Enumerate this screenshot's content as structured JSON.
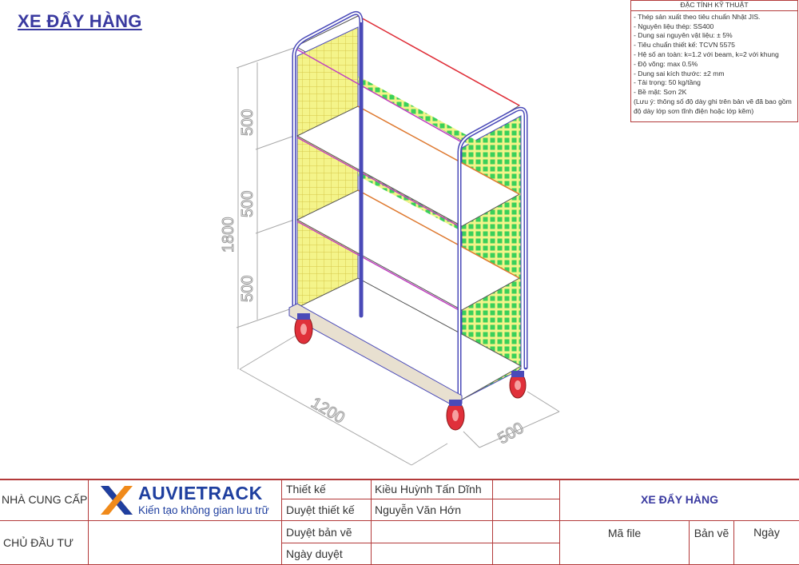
{
  "title": "XE ĐẨY HÀNG",
  "dimensions": {
    "total_height": "1800",
    "level_1": "500",
    "level_2": "500",
    "level_3": "500",
    "length": "1200",
    "depth": "500"
  },
  "specs": {
    "header": "ĐẶC TÍNH KỸ THUẬT",
    "items": [
      "- Thép sản xuất theo tiêu chuẩn Nhật JIS.",
      "- Nguyên liệu thép: SS400",
      "- Dung sai nguyên vật liệu: ± 5%",
      "- Tiêu chuẩn thiết kế: TCVN 5575",
      "- Hệ số an toàn: k=1.2 với beam, k=2 với khung",
      "- Độ võng: max 0.5%",
      "- Dung sai kích thước: ±2 mm",
      "- Tải trọng: 50 kg/tầng",
      "- Bề mặt: Sơn 2K"
    ],
    "note": "(Lưu ý: thông số độ dày ghi trên bản vẽ đã bao gồm độ dày lớp sơn tĩnh điện hoặc lớp kẽm)"
  },
  "title_block": {
    "supplier_label": "NHÀ CUNG CẤP",
    "investor_label": "CHỦ ĐẦU TƯ",
    "logo_name": "AUVIETRACK",
    "logo_tagline": "Kiến tạo không gian lưu trữ",
    "design_label": "Thiết kế",
    "design_value": "Kiều Huỳnh Tấn Dĩnh",
    "design_check_label": "Duyệt thiết kế",
    "design_check_value": "Nguyễn Văn Hớn",
    "drawing_check_label": "Duyệt bản vẽ",
    "approval_date_label": "Ngày duyệt",
    "drawing_title": "XE ĐẨY HÀNG",
    "file_code_label": "Mã file",
    "revision_label": "Bản vẽ",
    "date_label": "Ngày"
  },
  "colors": {
    "frame_blue": "#4a4ab8",
    "mesh_yellow": "#f4f48a",
    "mesh_green": "#3ad05a",
    "wheel_red": "#e0303a",
    "border_red": "#b33a3a",
    "dimension_gray": "#9a9a9a"
  }
}
